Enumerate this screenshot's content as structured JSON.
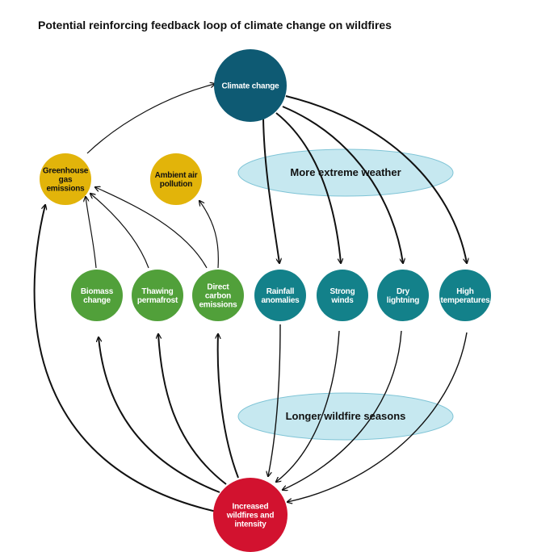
{
  "title": "Potential reinforcing feedback loop of climate change on wildfires",
  "colors": {
    "climate": "#0e5a73",
    "teal": "#13818a",
    "green": "#51a03a",
    "yellow": "#e2b40a",
    "red": "#d2122f",
    "ellipse_fill": "#c6e8f0",
    "ellipse_stroke": "#7fc4d6",
    "arrow": "#111111"
  },
  "nodes": {
    "climate_change": [
      "Climate change"
    ],
    "greenhouse": [
      "Greenhouse",
      "gas",
      "emissions"
    ],
    "ambient_air": [
      "Ambient air",
      "pollution"
    ],
    "biomass": [
      "Biomass",
      "change"
    ],
    "thawing": [
      "Thawing",
      "permafrost"
    ],
    "direct_carbon": [
      "Direct",
      "carbon",
      "emissions"
    ],
    "rainfall": [
      "Rainfall",
      "anomalies"
    ],
    "strong_winds": [
      "Strong",
      "winds"
    ],
    "dry_lightning": [
      "Dry",
      "lightning"
    ],
    "high_temps": [
      "High",
      "temperatures"
    ],
    "wildfires": [
      "Increased",
      "wildfires and",
      "intensity"
    ]
  },
  "ellipses": {
    "extreme_weather": "More extreme weather",
    "longer_seasons": "Longer wildfire seasons"
  }
}
